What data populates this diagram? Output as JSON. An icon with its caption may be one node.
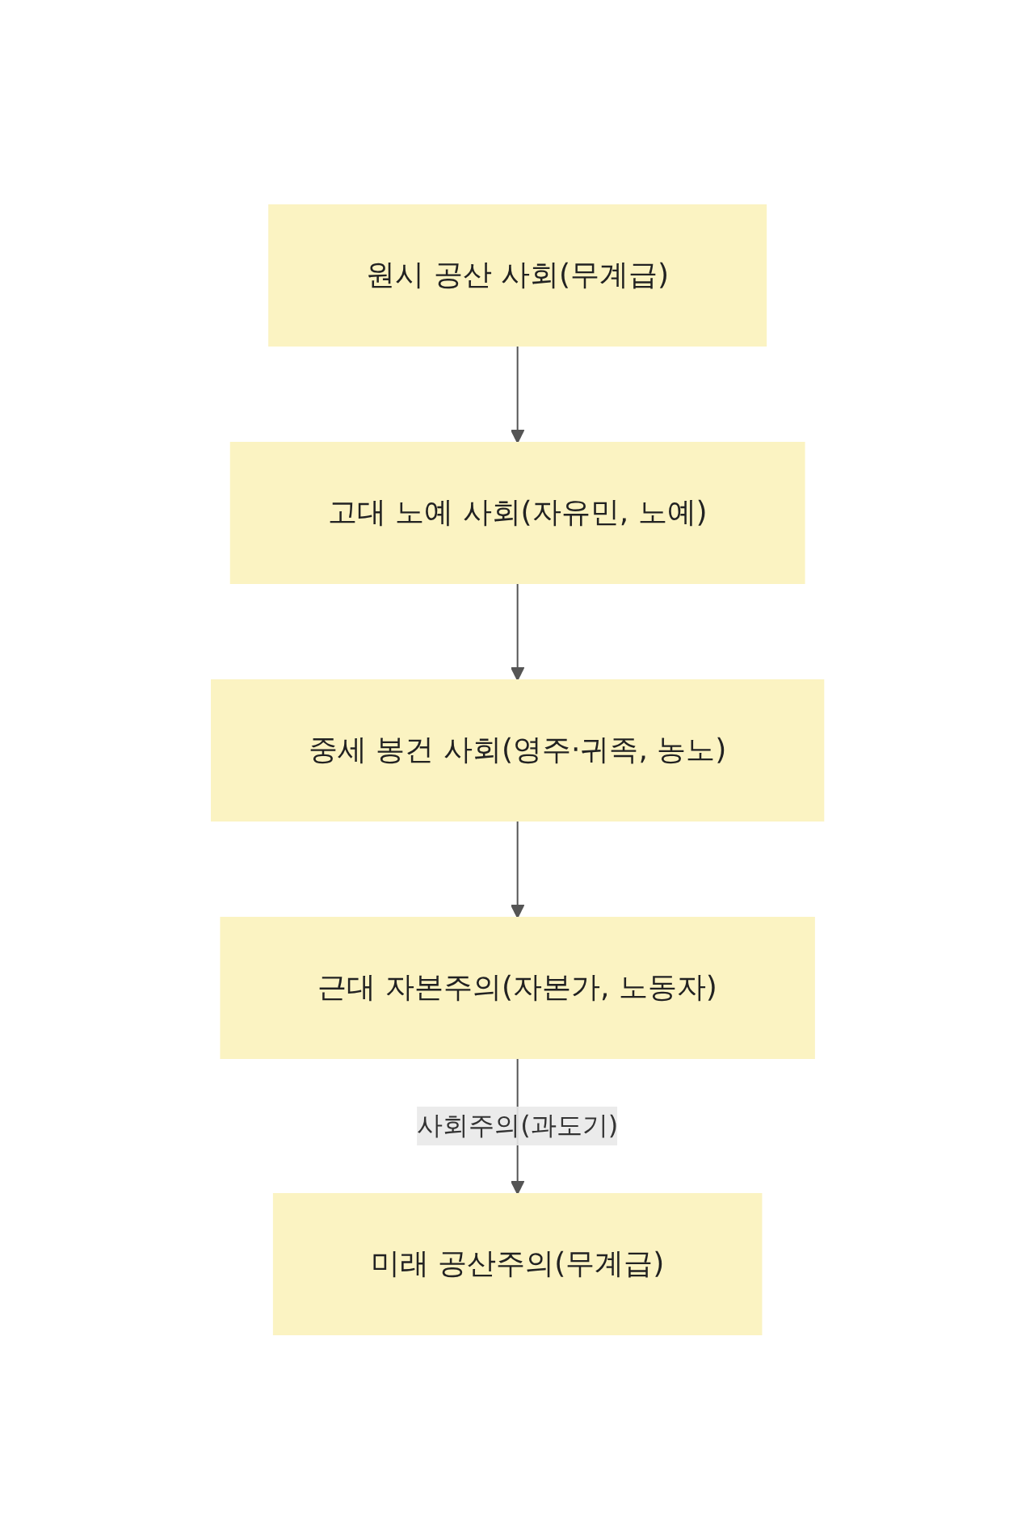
{
  "diagram": {
    "nodes": [
      {
        "text": [
          "원시 공산 사회(무계급)"
        ]
      },
      {
        "text": [
          "고대 노예 사회(자유민, 노예)"
        ]
      },
      {
        "text": [
          "중세 봉건 사회(영주·귀족, 농노)"
        ]
      },
      {
        "text": [
          "근대 자본주의(자본가, 노동자)"
        ]
      },
      {
        "text": [
          "미래 공산주의(무계급)"
        ]
      }
    ],
    "edges": [
      {
        "from": 0,
        "to": 1,
        "arrow": "to"
      },
      {
        "from": 1,
        "to": 2,
        "arrow": "to"
      },
      {
        "from": 2,
        "to": 3,
        "arrow": "to"
      },
      {
        "from": 3,
        "to": 4,
        "arrow": "to",
        "label": "사회주의(과도기)"
      }
    ]
  }
}
